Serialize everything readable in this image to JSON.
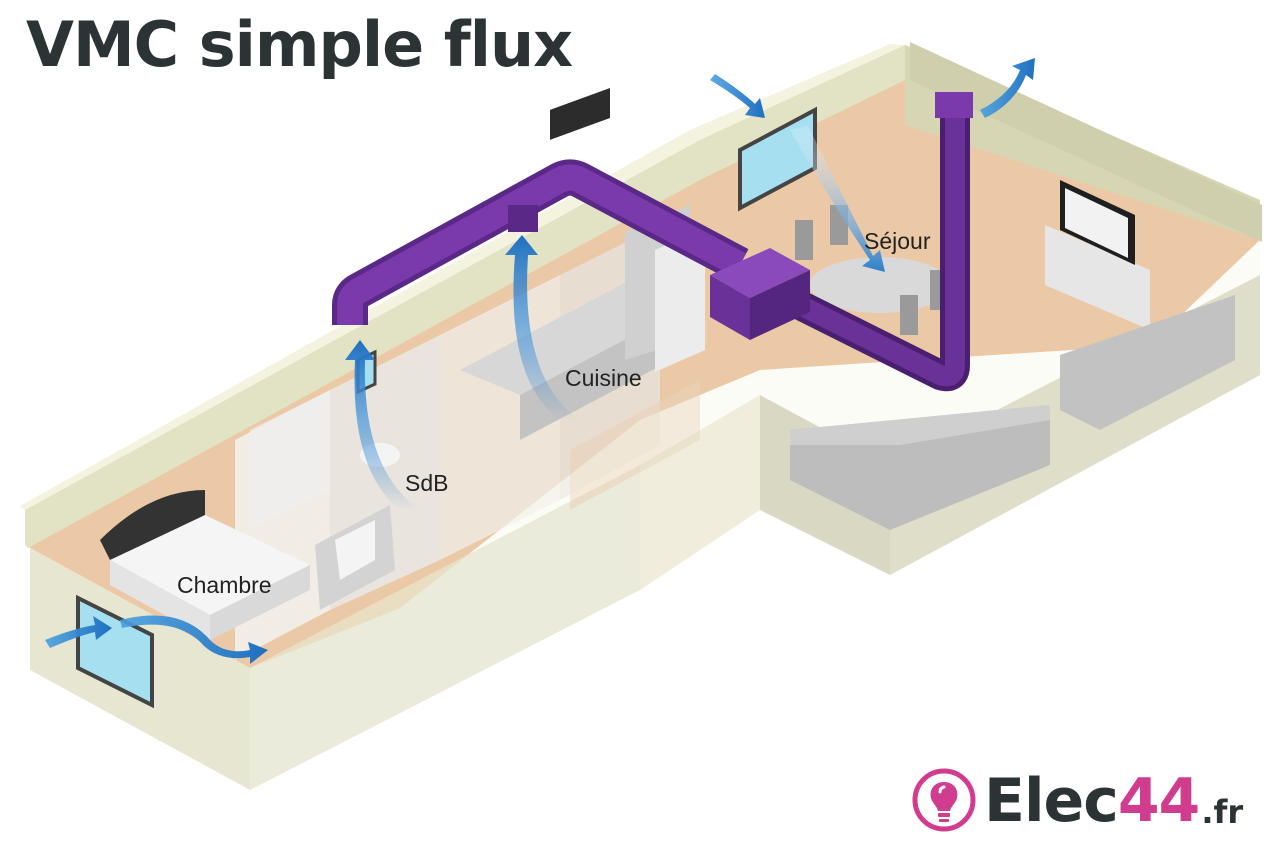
{
  "title": "VMC simple flux",
  "rooms": {
    "chambre": "Chambre",
    "sdb": "SdB",
    "cuisine": "Cuisine",
    "sejour": "Séjour"
  },
  "brand": {
    "name": "Elec",
    "number": "44",
    "tld": ".fr",
    "icon": "lightbulb-icon"
  },
  "colors": {
    "duct": "#6a3199",
    "duct_dark": "#4a1f70",
    "airflow": "#2d7ec9",
    "wall": "#dcdcb8",
    "floor": "#ecc9a6",
    "brand_pink": "#d03d8f",
    "title": "#2b3335"
  }
}
